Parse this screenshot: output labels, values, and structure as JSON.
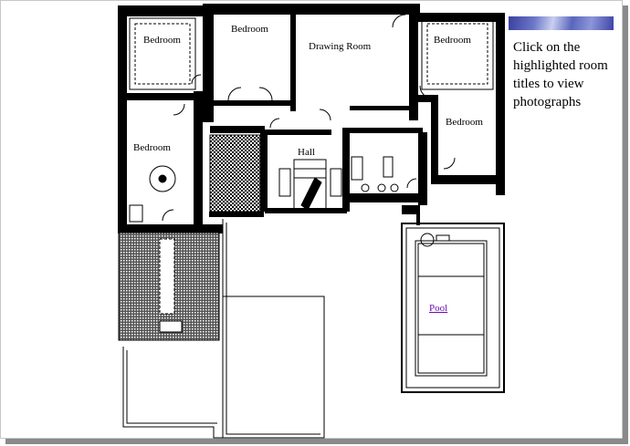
{
  "rooms": {
    "bedroom_1": "Bedroom",
    "bedroom_2": "Bedroom",
    "drawing_room": "Drawing Room",
    "bedroom_3": "Bedroom",
    "bedroom_4": "Bedroom",
    "bedroom_5": "Bedroom",
    "hall": "Hall",
    "pool": "Pool"
  },
  "instructions": "Click on the highlighted room titles to view photographs",
  "colors": {
    "wall": "#000000",
    "link": "#6a0dad",
    "banner": "#5a66bd"
  }
}
